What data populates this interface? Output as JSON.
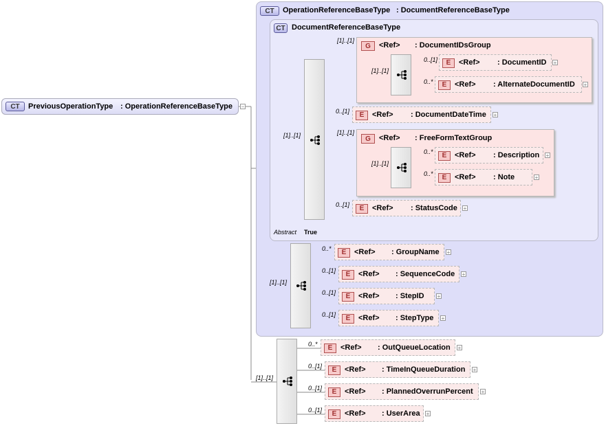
{
  "root": {
    "badge": "CT",
    "name": "PreviousOperationType",
    "type": ": OperationReferenceBaseType"
  },
  "outer_type": {
    "badge": "CT",
    "name": "OperationReferenceBaseType",
    "type": ": DocumentReferenceBaseType"
  },
  "inner_type": {
    "badge": "CT",
    "name": "DocumentReferenceBaseType",
    "abstract_label": "Abstract",
    "abstract_value": "True"
  },
  "ref_label": "<Ref>",
  "element_badge": "E",
  "group_badge": "G",
  "groups": [
    {
      "name": ": DocumentIDsGroup",
      "cardinality": "[1]..[1]",
      "seq_cardinality": "[1]..[1]"
    },
    {
      "name": ": FreeFormTextGroup",
      "cardinality": "[1]..[1]",
      "seq_cardinality": "[1]..[1]"
    }
  ],
  "elements": {
    "document_id": {
      "name": ": DocumentID",
      "cardinality": "0..[1]"
    },
    "alternate_document_id": {
      "name": ": AlternateDocumentID",
      "cardinality": "0..*"
    },
    "document_date_time": {
      "name": ": DocumentDateTime",
      "cardinality": "0..[1]"
    },
    "description": {
      "name": ": Description",
      "cardinality": "0..*"
    },
    "note": {
      "name": ": Note",
      "cardinality": "0..*"
    },
    "status_code": {
      "name": ": StatusCode",
      "cardinality": "0..[1]"
    },
    "group_name": {
      "name": ": GroupName",
      "cardinality": "0..*"
    },
    "sequence_code": {
      "name": ": SequenceCode",
      "cardinality": "0..[1]"
    },
    "step_id": {
      "name": ": StepID",
      "cardinality": "0..[1]"
    },
    "step_type": {
      "name": ": StepType",
      "cardinality": "0..[1]"
    },
    "out_queue_location": {
      "name": ": OutQueueLocation",
      "cardinality": "0..*"
    },
    "time_in_queue_duration": {
      "name": ": TimeInQueueDuration",
      "cardinality": "0..[1]"
    },
    "planned_overrun_percent": {
      "name": ": PlannedOverrunPercent",
      "cardinality": "0..[1]"
    },
    "user_area": {
      "name": ": UserArea",
      "cardinality": "0..[1]"
    }
  },
  "sequences": {
    "inner_main": "[1]..[1]",
    "outer_main": "[1]..[1]",
    "root_main": "[1]..[1]"
  },
  "colors": {
    "complex_type_bg": "#dedef9",
    "element_bg": "#fbeaea",
    "group_bg": "#fde4e4"
  }
}
